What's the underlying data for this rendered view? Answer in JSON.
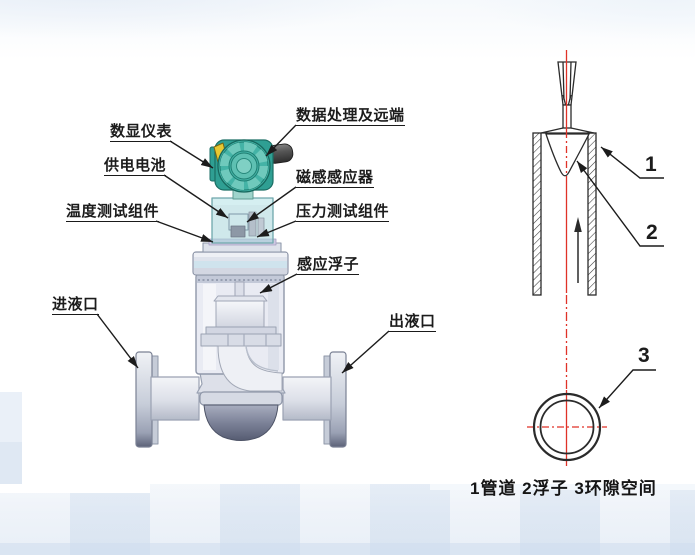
{
  "figure": {
    "type": "flowmeter-technical-diagram",
    "device_labels": {
      "digital_display": "数显仪表",
      "data_processing": "数据处理及远端",
      "battery": "供电电池",
      "magnetic_sensor": "磁感感应器",
      "temperature_module": "温度测试组件",
      "pressure_module": "压力测试组件",
      "induction_float": "感应浮子",
      "inlet": "进液口",
      "outlet": "出液口"
    },
    "schematic": {
      "callout_1": "1",
      "callout_2": "2",
      "callout_3": "3",
      "caption": "1管道 2浮子 3环隙空间"
    },
    "colors": {
      "transmitter_teal": "#2f9f93",
      "indicator_yellow": "#e6c832",
      "centerline_red": "#e03228",
      "line_black": "#2b2b2b",
      "dome_gray": "#5c6278"
    }
  }
}
